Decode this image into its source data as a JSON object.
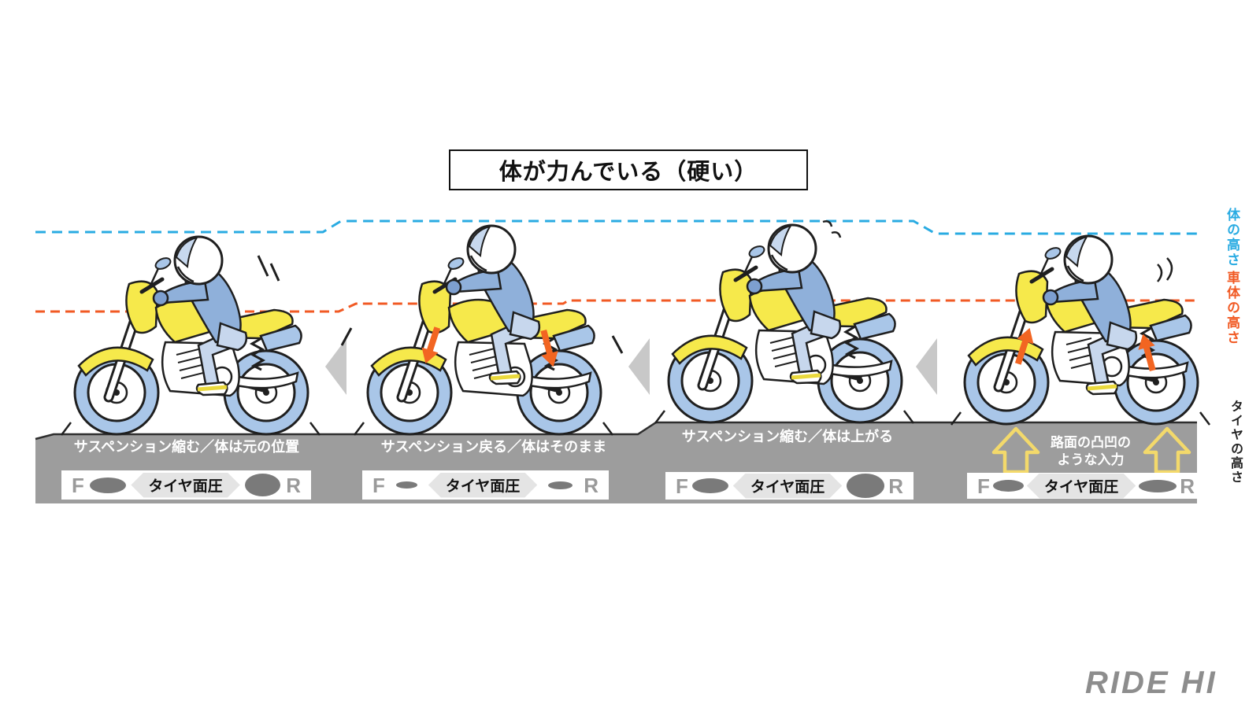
{
  "title": "体が力んでいる（硬い）",
  "legend": {
    "body_height": "体の高さ",
    "vehicle_height": "車体の高さ",
    "tire_height": "タイヤの高さ"
  },
  "panels": [
    {
      "caption": "サスペンション縮む／体は元の位置",
      "front": "F",
      "rear": "R",
      "pressure_label": "タイヤ面圧",
      "front_pressure_level": "medium",
      "rear_pressure_level": "large"
    },
    {
      "caption": "サスペンション戻る／体はそのまま",
      "front": "F",
      "rear": "R",
      "pressure_label": "タイヤ面圧",
      "front_pressure_level": "small",
      "rear_pressure_level": "small"
    },
    {
      "caption": "サスペンション縮む／体は上がる",
      "front": "F",
      "rear": "R",
      "pressure_label": "タイヤ面圧",
      "front_pressure_level": "medium",
      "rear_pressure_level": "large"
    },
    {
      "caption_line1": "路面の凸凹の",
      "caption_line2": "ような入力",
      "front": "F",
      "rear": "R",
      "pressure_label": "タイヤ面圧",
      "front_pressure_level": "medium-flat",
      "rear_pressure_level": "medium-flat"
    }
  ],
  "logo": "RIDE HI",
  "colors": {
    "body_height_line": "#29abe2",
    "vehicle_height_line": "#f15a24",
    "road": "#9d9d9d",
    "suspension_arrow": "#f26522",
    "road_input_arrow": "#f3d96b",
    "bike_yellow": "#f6e94b",
    "bike_blue": "#a9c6e8"
  }
}
